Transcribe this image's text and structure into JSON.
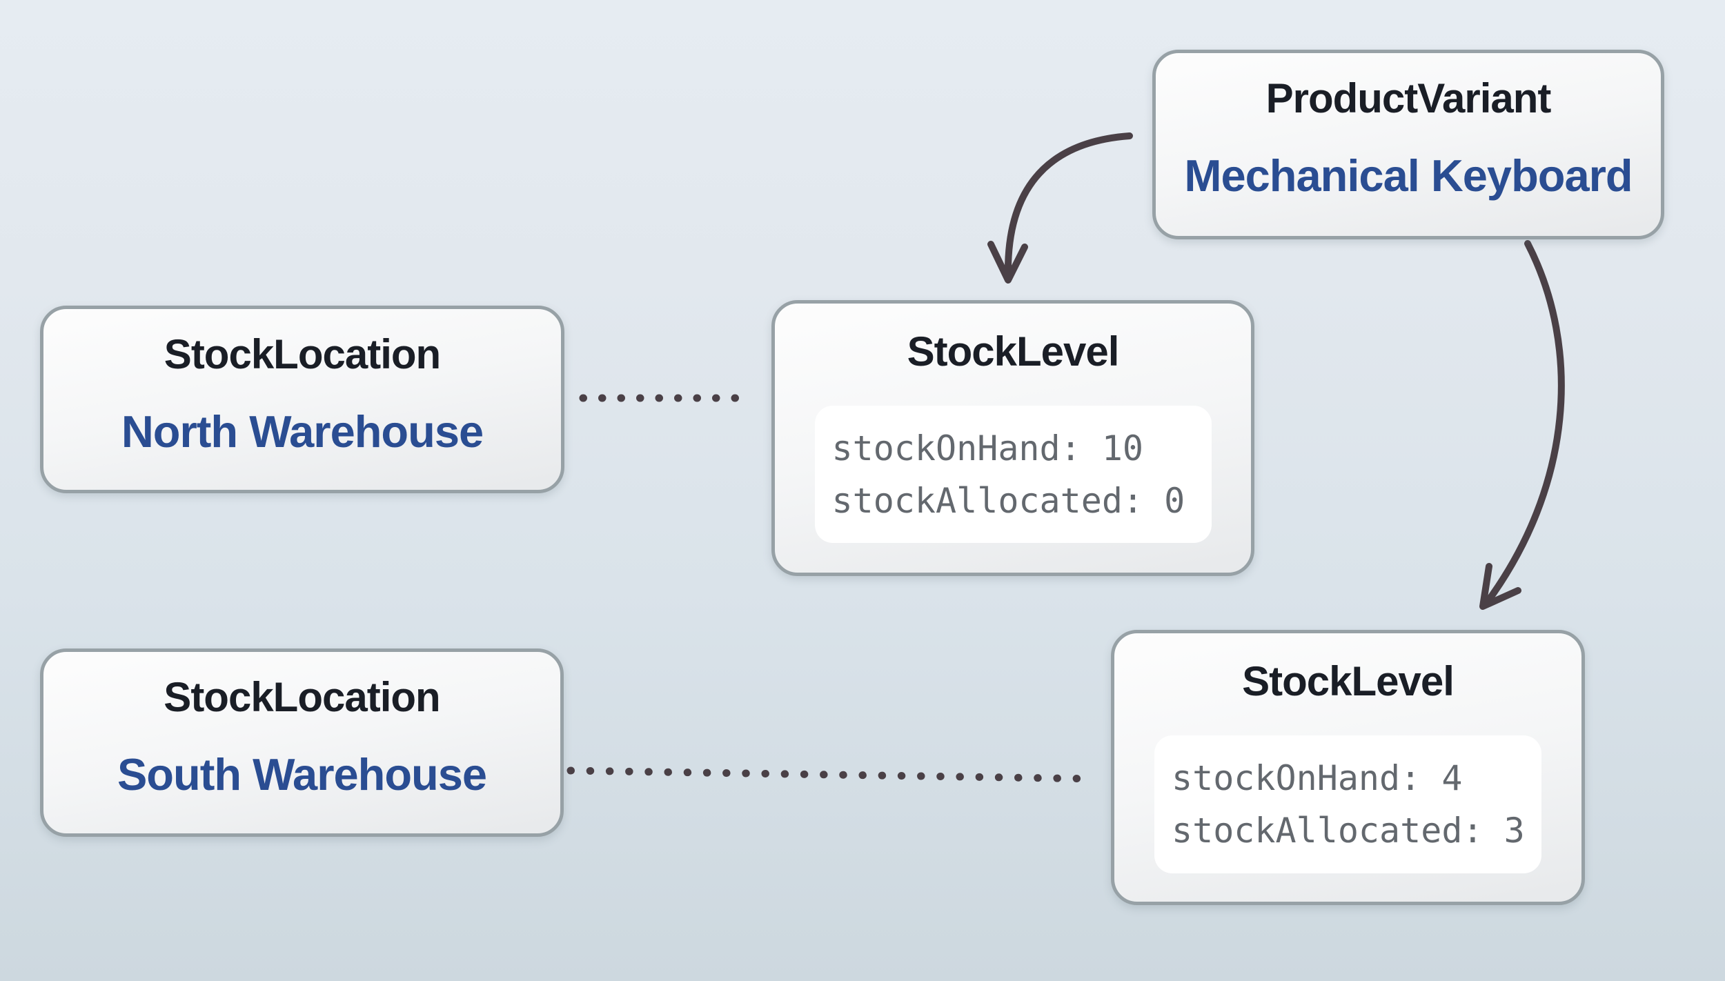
{
  "diagram": {
    "description": "Stock model diagram: one ProductVariant linked to two StockLevels, each StockLevel associated with a StockLocation",
    "nodes": {
      "product_variant": {
        "title": "ProductVariant",
        "subtitle": "Mechanical Keyboard"
      },
      "stock_location_north": {
        "title": "StockLocation",
        "subtitle": "North Warehouse"
      },
      "stock_location_south": {
        "title": "StockLocation",
        "subtitle": "South Warehouse"
      },
      "stock_level_north": {
        "title": "StockLevel",
        "lines": [
          "stockOnHand: 10",
          "stockAllocated: 0"
        ]
      },
      "stock_level_south": {
        "title": "StockLevel",
        "lines": [
          "stockOnHand: 4",
          "stockAllocated: 3"
        ]
      }
    },
    "edges": [
      {
        "from": "product_variant",
        "to": "stock_level_north",
        "style": "curved-arrow"
      },
      {
        "from": "product_variant",
        "to": "stock_level_south",
        "style": "curved-arrow"
      },
      {
        "from": "stock_location_north",
        "to": "stock_level_north",
        "style": "dotted-line"
      },
      {
        "from": "stock_location_south",
        "to": "stock_level_south",
        "style": "dotted-line"
      }
    ],
    "colors": {
      "background_top": "#e6ecf2",
      "background_bottom": "#cdd8df",
      "box_border": "#97a1a6",
      "box_fill_top": "#fdfdfd",
      "box_fill_bottom": "#e7e9eb",
      "title_text": "#1a1e26",
      "subtitle_text": "#2a4d92",
      "code_text": "#63686e",
      "code_panel": "#ffffff",
      "connector": "#4a4046"
    }
  }
}
